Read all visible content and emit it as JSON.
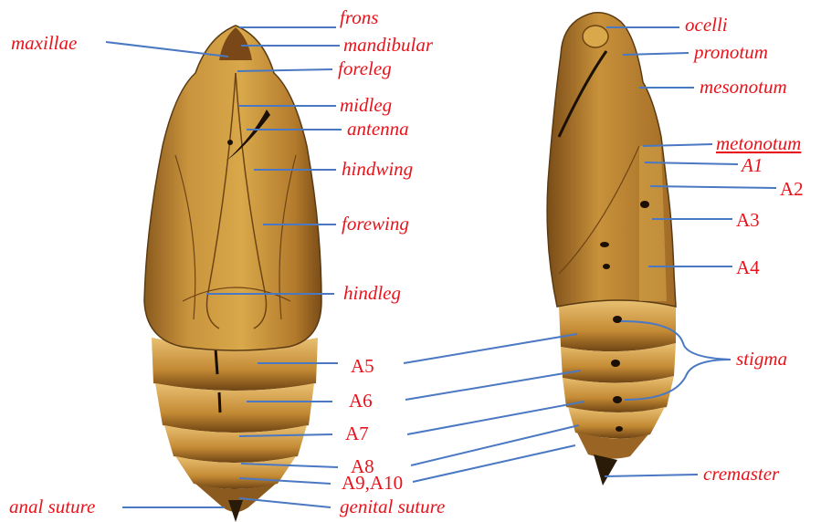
{
  "colors": {
    "label": "#e8131b",
    "leader": "#4a78c2",
    "pupa_body": "#c9943d",
    "pupa_dark": "#5a3a12",
    "background": "#ffffff"
  },
  "ventral_view": {
    "labels": {
      "frons": "frons",
      "maxillae": "maxillae",
      "mandibular": "mandibular",
      "foreleg": "foreleg",
      "midleg": "midleg",
      "antenna": "antenna",
      "hindwing": "hindwing",
      "forewing": "forewing",
      "hindleg": "hindleg",
      "a5": "A5",
      "a6": "A6",
      "a7": "A7",
      "a8": "A8",
      "a9_a10": "A9,A10",
      "anal_suture": "anal suture",
      "genital_suture": "genital suture"
    }
  },
  "lateral_view": {
    "labels": {
      "ocelli": "ocelli",
      "pronotum": "pronotum",
      "mesonotum": "mesonotum",
      "metonotum": "metonotum",
      "a1": "A1",
      "a2": "A2",
      "a3": "A3",
      "a4": "A4",
      "stigma": "stigma",
      "cremaster": "cremaster"
    }
  }
}
